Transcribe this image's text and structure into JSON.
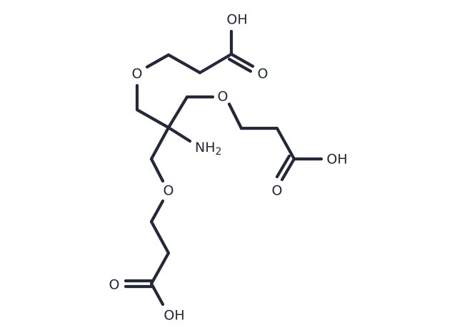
{
  "molecule": {
    "labels": {
      "oh_top": "OH",
      "o_carbonyl_top": "O",
      "o_ether_top": "O",
      "o_ether_right": "O",
      "nh2_main": "NH",
      "nh2_sub": "2",
      "oh_right": "OH",
      "o_carbonyl_right": "O",
      "o_ether_bottom": "O",
      "o_carbonyl_bottom": "O",
      "oh_bottom": "OH"
    },
    "colors": {
      "bond": "#232938",
      "text": "#232938",
      "background": "#ffffff"
    }
  }
}
